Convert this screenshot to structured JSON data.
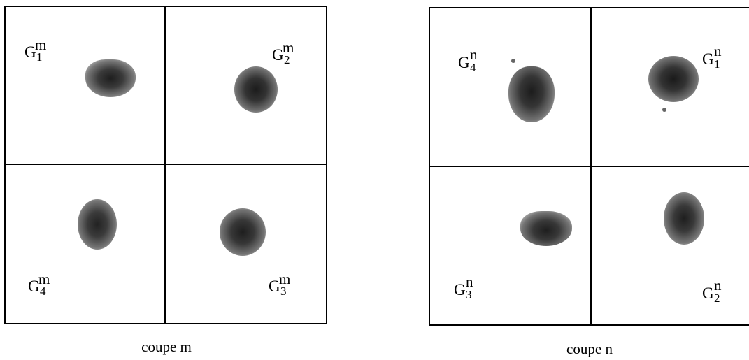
{
  "figure": {
    "panel_left": {
      "caption": "coupe m",
      "labels": [
        {
          "base": "G",
          "sup": "m",
          "sub": "1"
        },
        {
          "base": "G",
          "sup": "m",
          "sub": "2"
        },
        {
          "base": "G",
          "sup": "m",
          "sub": "4"
        },
        {
          "base": "G",
          "sup": "m",
          "sub": "3"
        }
      ]
    },
    "panel_right": {
      "caption": "coupe n",
      "labels": [
        {
          "base": "G",
          "sup": "n",
          "sub": "4"
        },
        {
          "base": "G",
          "sup": "n",
          "sub": "1"
        },
        {
          "base": "G",
          "sup": "n",
          "sub": "3"
        },
        {
          "base": "G",
          "sup": "n",
          "sub": "2"
        }
      ]
    }
  }
}
